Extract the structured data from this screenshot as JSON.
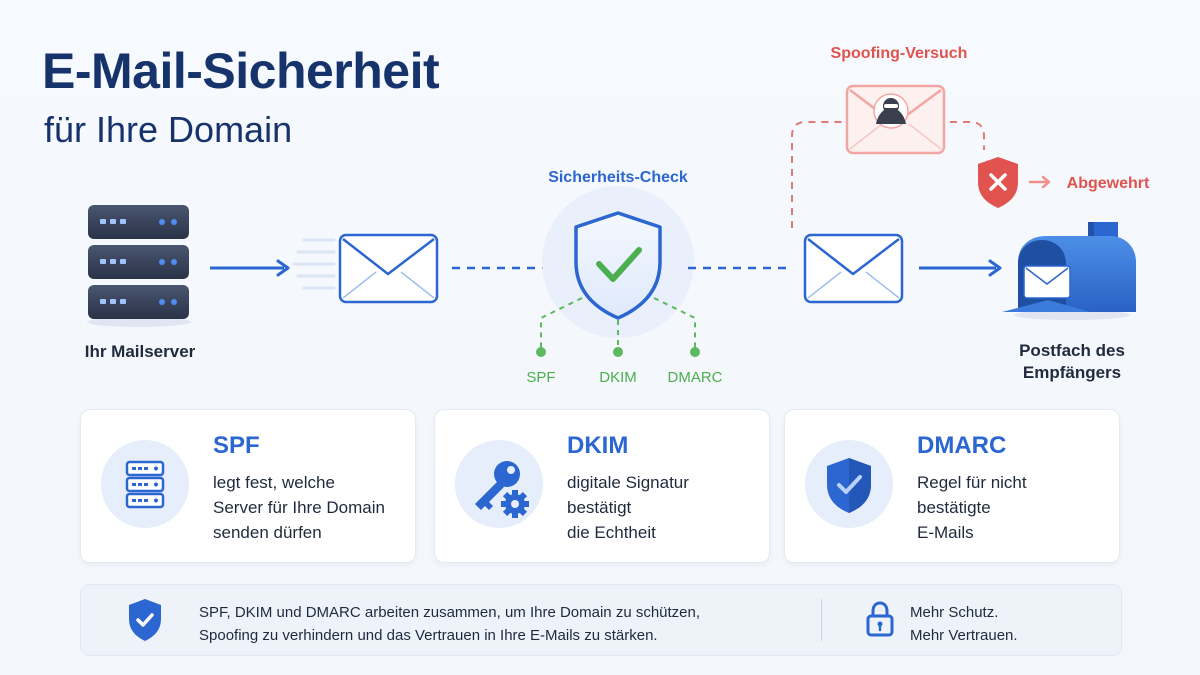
{
  "title": {
    "line1": "E-Mail-Sicherheit",
    "line2": "für Ihre Domain"
  },
  "diagram": {
    "sender_label": "Ihr Mailserver",
    "check_label": "Sicherheits-Check",
    "checks": [
      "SPF",
      "DKIM",
      "DMARC"
    ],
    "spoof_label": "Spoofing-Versuch",
    "blocked_label": "Abgewehrt",
    "recipient_label_line1": "Postfach des",
    "recipient_label_line2": "Empfängers"
  },
  "cards": [
    {
      "title": "SPF",
      "lines": [
        "legt fest, welche",
        "Server für Ihre Domain",
        "senden dürfen"
      ],
      "icon": "server-icon"
    },
    {
      "title": "DKIM",
      "lines": [
        "digitale Signatur",
        "bestätigt",
        "die Echtheit"
      ],
      "icon": "key-gear-icon"
    },
    {
      "title": "DMARC",
      "lines": [
        "Regel für nicht",
        "bestätigte",
        "E-Mails"
      ],
      "icon": "shield-check-icon"
    }
  ],
  "footer": {
    "text_line1": "SPF, DKIM und DMARC arbeiten zusammen, um Ihre Domain zu schützen,",
    "text_line2": "Spoofing zu verhindern und das Vertrauen in Ihre E-Mails zu stärken.",
    "side_line1": "Mehr Schutz.",
    "side_line2": "Mehr Vertrauen."
  },
  "colors": {
    "navy": "#17336b",
    "blue": "#2c66d0",
    "green": "#4cae4f",
    "red": "#e0534f",
    "light_red": "#f6b8b6"
  }
}
